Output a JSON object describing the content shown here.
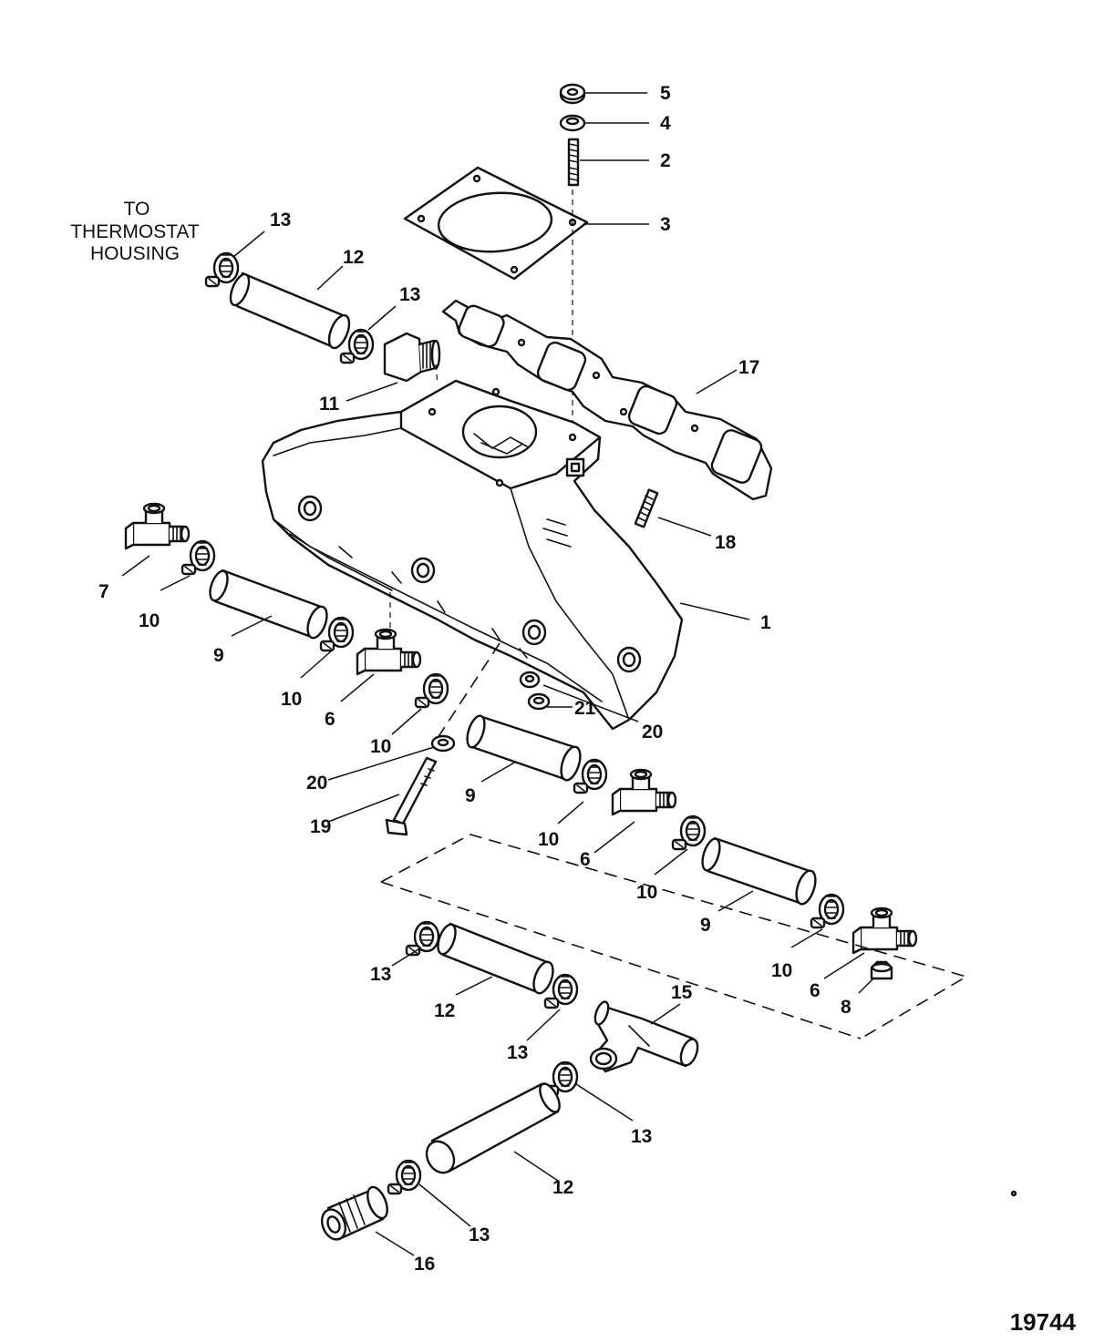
{
  "note": {
    "line1": "TO",
    "line2": "THERMOSTAT",
    "line3": "HOUSING"
  },
  "figure_number": "19744",
  "callouts": {
    "c1": "1",
    "c2": "2",
    "c3": "3",
    "c4": "4",
    "c5": "5",
    "c6a": "6",
    "c6b": "6",
    "c6c": "6",
    "c7": "7",
    "c8": "8",
    "c9a": "9",
    "c9b": "9",
    "c9c": "9",
    "c10a": "10",
    "c10b": "10",
    "c10c": "10",
    "c10d": "10",
    "c10e": "10",
    "c10f": "10",
    "c11": "11",
    "c12a": "12",
    "c12b": "12",
    "c12c": "12",
    "c13a": "13",
    "c13b": "13",
    "c13c": "13",
    "c13d": "13",
    "c13e": "13",
    "c13f": "13",
    "c15": "15",
    "c16": "16",
    "c17": "17",
    "c18": "18",
    "c19": "19",
    "c20a": "20",
    "c20b": "20",
    "c21": "21"
  }
}
